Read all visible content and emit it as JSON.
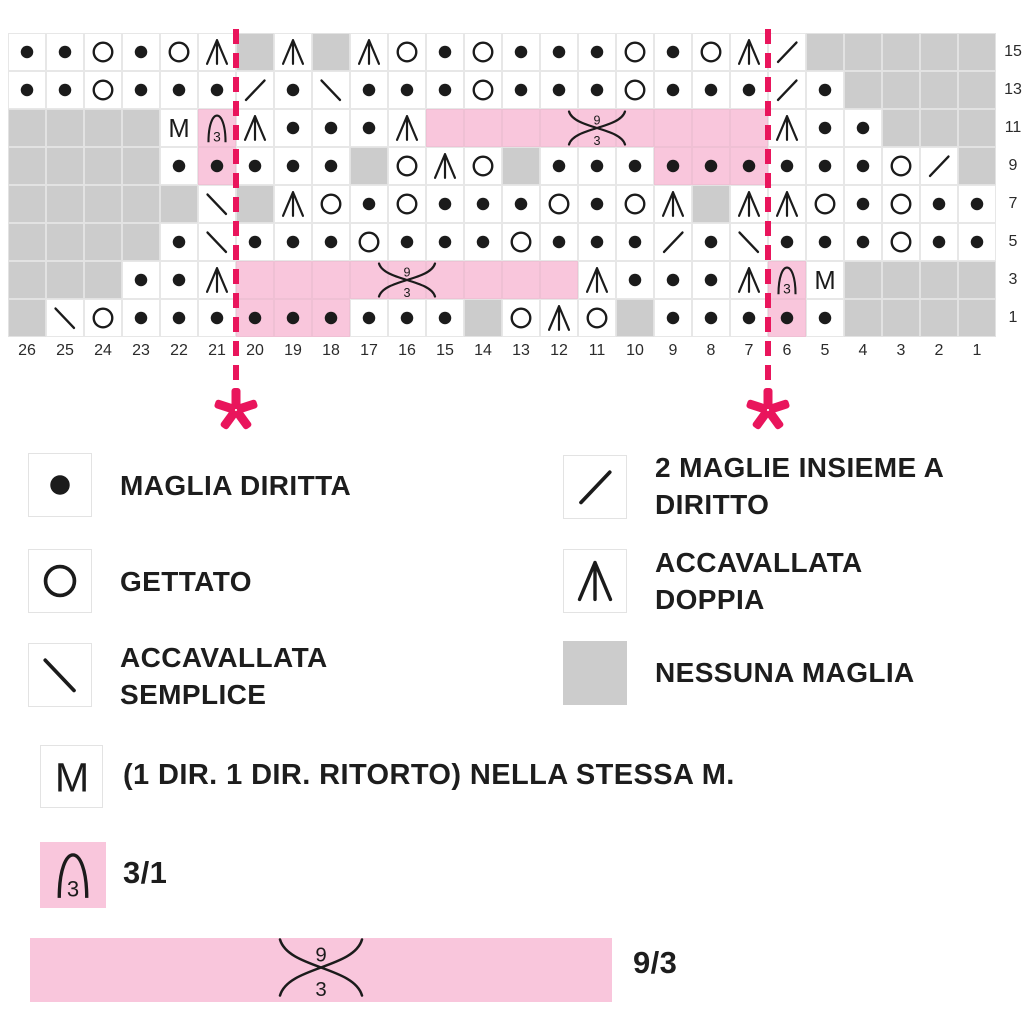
{
  "colors": {
    "ink": "#1b1b1b",
    "accent": "#e9155c",
    "pink": "#f9c6dc",
    "gray": "#cccccc",
    "grid_line": "#e7e7e7",
    "label_text": "#1d1d1d",
    "number_text": "#2b2b2b"
  },
  "symbols": {
    "m_letter": "M",
    "arch_digit": "3",
    "cable_upper": "9",
    "cable_lower": "3"
  },
  "chart": {
    "row_labels": [
      "15",
      "13",
      "11",
      "9",
      "7",
      "5",
      "3",
      "1"
    ],
    "col_labels": [
      "26",
      "25",
      "24",
      "23",
      "22",
      "21",
      "20",
      "19",
      "18",
      "17",
      "16",
      "15",
      "14",
      "13",
      "12",
      "11",
      "10",
      "9",
      "8",
      "7",
      "6",
      "5",
      "4",
      "3",
      "2",
      "1"
    ],
    "symbol_key": {
      ".": "maglia diritta (dot)",
      "o": "gettato (circle)",
      "/": "2 maglie insieme a diritto",
      "\\": "accavallata semplice",
      "A": "accavallata doppia",
      "M": "(1 dir. 1 dir. ritorto) nella stessa maglia",
      "3": "3/1 arch symbol",
      "X": "9/3 cable crossing",
      "-": "no symbol",
      "w": "white background",
      "g": "nessuna maglia (gray)",
      "p": "pink highlight"
    },
    "grid": [
      [
        ".w",
        ".w",
        "ow",
        ".w",
        "ow",
        "Aw",
        "-g",
        "Aw",
        "-g",
        "Aw",
        "ow",
        ".w",
        "ow",
        ".w",
        ".w",
        ".w",
        "ow",
        ".w",
        "ow",
        "Aw",
        "/w",
        "-g",
        "-g",
        "-g",
        "-g",
        "-g"
      ],
      [
        ".w",
        ".w",
        "ow",
        ".w",
        ".w",
        ".w",
        "/w",
        ".w",
        "\\w",
        ".w",
        ".w",
        ".w",
        "ow",
        ".w",
        ".w",
        ".w",
        "ow",
        ".w",
        ".w",
        ".w",
        "/w",
        ".w",
        "-g",
        "-g",
        "-g",
        "-g"
      ],
      [
        "-g",
        "-g",
        "-g",
        "-g",
        "Mw",
        "3p",
        "Aw",
        ".w",
        ".w",
        ".w",
        "Aw",
        "-p",
        "-p",
        "-p",
        "-p",
        "Xp",
        "-p",
        "-p",
        "-p",
        "-p",
        "Aw",
        ".w",
        ".w",
        "-g",
        "-g",
        "-g"
      ],
      [
        "-g",
        "-g",
        "-g",
        "-g",
        ".w",
        ".p",
        ".w",
        ".w",
        ".w",
        "-g",
        "ow",
        "Aw",
        "ow",
        "-g",
        ".w",
        ".w",
        ".w",
        ".p",
        ".p",
        ".p",
        ".w",
        ".w",
        ".w",
        "ow",
        "/w",
        "-g"
      ],
      [
        "-g",
        "-g",
        "-g",
        "-g",
        "-g",
        "\\w",
        "-g",
        "Aw",
        "ow",
        ".w",
        "ow",
        ".w",
        ".w",
        ".w",
        "ow",
        ".w",
        "ow",
        "Aw",
        "-g",
        "Aw",
        "Aw",
        "ow",
        ".w",
        "ow",
        ".w",
        ".w"
      ],
      [
        "-g",
        "-g",
        "-g",
        "-g",
        ".w",
        "\\w",
        ".w",
        ".w",
        ".w",
        "ow",
        ".w",
        ".w",
        ".w",
        "ow",
        ".w",
        ".w",
        ".w",
        "/w",
        ".w",
        "\\w",
        ".w",
        ".w",
        ".w",
        "ow",
        ".w",
        ".w"
      ],
      [
        "-g",
        "-g",
        "-g",
        ".w",
        ".w",
        "Aw",
        "-p",
        "-p",
        "-p",
        "-p",
        "Xp",
        "-p",
        "-p",
        "-p",
        "-p",
        "Aw",
        ".w",
        ".w",
        ".w",
        "Aw",
        "3p",
        "Mw",
        "-g",
        "-g",
        "-g",
        "-g"
      ],
      [
        "-g",
        "\\w",
        "ow",
        ".w",
        ".w",
        ".w",
        ".p",
        ".p",
        ".p",
        ".w",
        ".w",
        ".w",
        "-g",
        "ow",
        "Aw",
        "ow",
        "-g",
        ".w",
        ".w",
        ".w",
        ".p",
        ".w",
        "-g",
        "-g",
        "-g",
        "-g"
      ]
    ],
    "repeat_lines": [
      {
        "between_cols": "21-20"
      },
      {
        "between_cols": "7-6"
      }
    ]
  },
  "legend": {
    "maglia_diritta": "MAGLIA DIRITTA",
    "gettato": "GETTATO",
    "accavallata_semplice": "ACCAVALLATA\nSEMPLICE",
    "due_maglie": "2 MAGLIE INSIEME A\nDIRITTO",
    "accavallata_doppia": "ACCAVALLATA\nDOPPIA",
    "nessuna_maglia": "NESSUNA MAGLIA",
    "m_nella_stessa": "(1 DIR. 1 DIR. RITORTO) NELLA STESSA M.",
    "ratio_31": "3/1",
    "ratio_93": "9/3"
  }
}
